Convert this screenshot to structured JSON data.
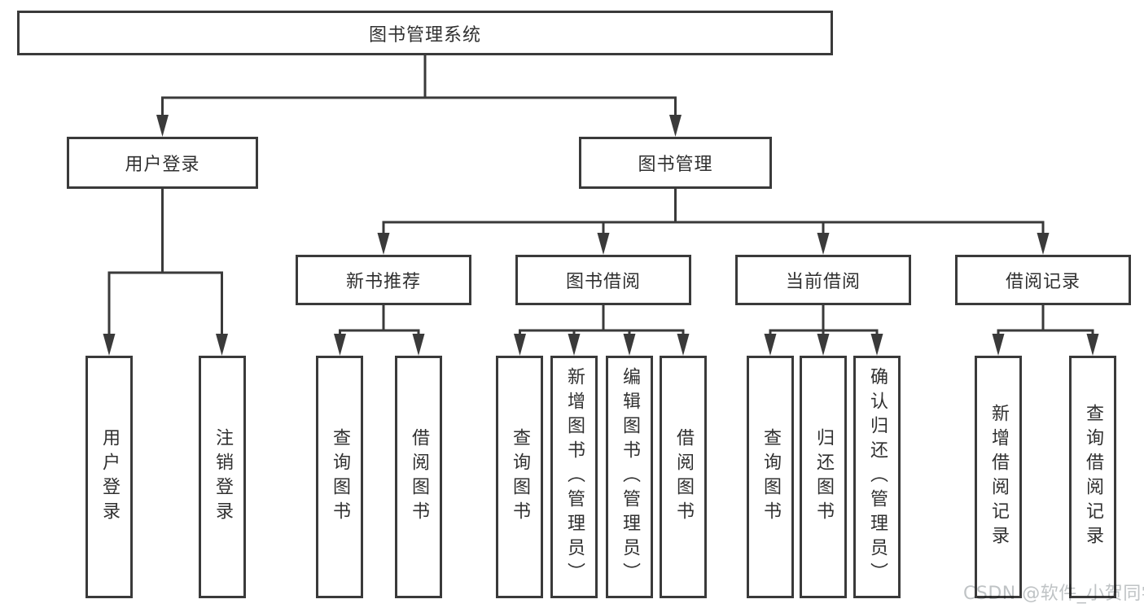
{
  "root": {
    "label": "图书管理系统"
  },
  "user_login": {
    "label": "用户登录",
    "leaves": [
      {
        "label": "用户登录"
      },
      {
        "label": "注销登录"
      }
    ]
  },
  "book_mgmt": {
    "label": "图书管理",
    "sections": [
      {
        "label": "新书推荐",
        "leaves": [
          {
            "label": "查询图书"
          },
          {
            "label": "借阅图书"
          }
        ]
      },
      {
        "label": "图书借阅",
        "leaves": [
          {
            "label": "查询图书"
          },
          {
            "label": "新增图书（管理员）"
          },
          {
            "label": "编辑图书（管理员）"
          },
          {
            "label": "借阅图书"
          }
        ]
      },
      {
        "label": "当前借阅",
        "leaves": [
          {
            "label": "查询图书"
          },
          {
            "label": "归还图书"
          },
          {
            "label": "确认归还（管理员）"
          }
        ]
      },
      {
        "label": "借阅记录",
        "leaves": [
          {
            "label": "新增借阅记录"
          },
          {
            "label": "查询借阅记录"
          }
        ]
      }
    ]
  },
  "watermark": {
    "text": "CSDN @软件_小贺同学"
  },
  "colors": {
    "line": "#3a3a3a",
    "text": "#303030",
    "watermark": "#bfc3c5",
    "background": "#ffffff"
  }
}
